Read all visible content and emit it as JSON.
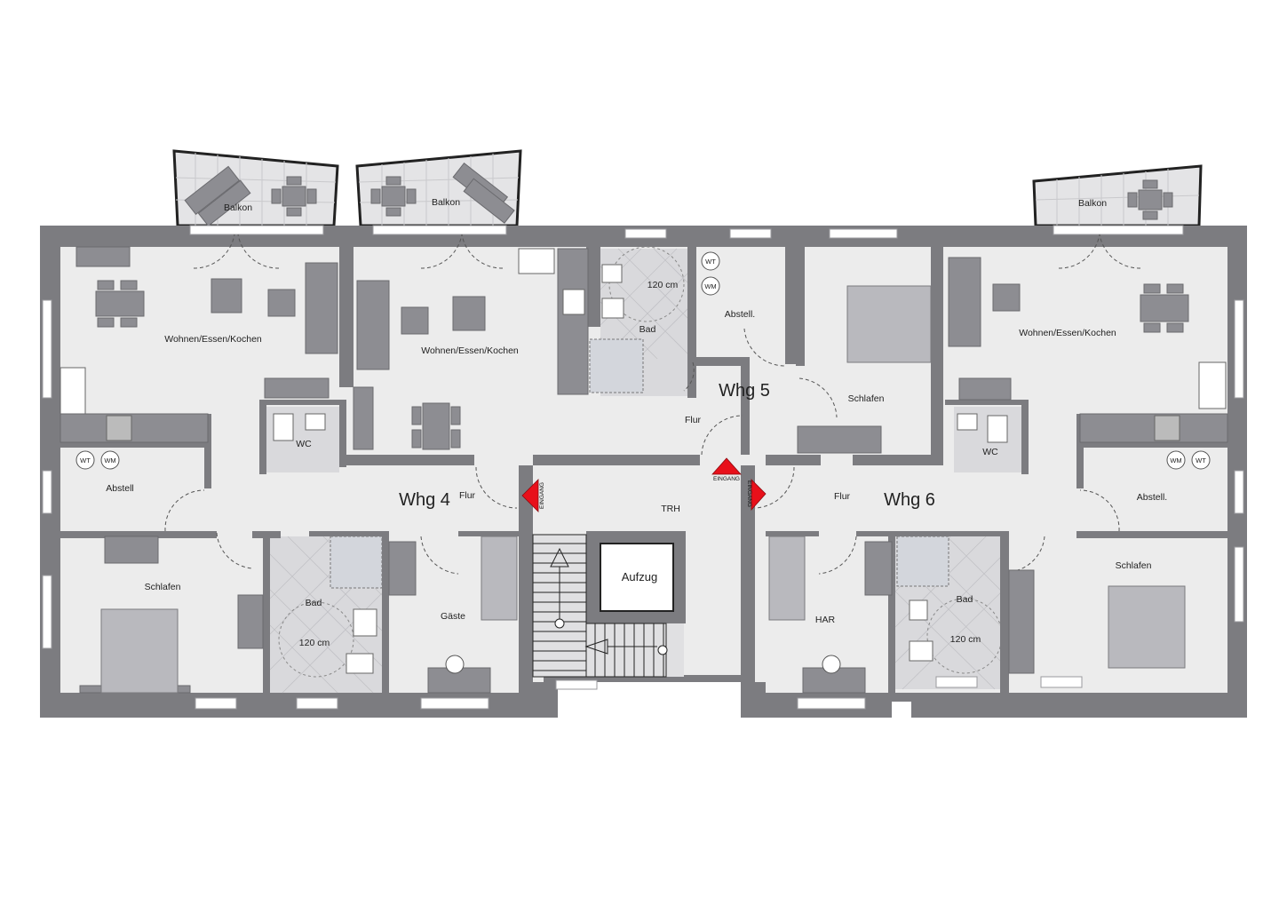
{
  "units": {
    "whg4": "Whg 4",
    "whg5": "Whg 5",
    "whg6": "Whg 6"
  },
  "rooms": {
    "balkon_1": "Balkon",
    "balkon_2": "Balkon",
    "balkon_3": "Balkon",
    "wohnen_4": "Wohnen/Essen/Kochen",
    "wohnen_5": "Wohnen/Essen/Kochen",
    "wohnen_6": "Wohnen/Essen/Kochen",
    "abstell_4": "Abstell",
    "abstell_5": "Abstell.",
    "abstell_6": "Abstell.",
    "wc_4": "WC",
    "wc_6": "WC",
    "schlafen_4": "Schlafen",
    "schlafen_5": "Schlafen",
    "schlafen_6": "Schlafen",
    "bad_4": "Bad",
    "bad_5": "Bad",
    "bad_6": "Bad",
    "shower_4": "120 cm",
    "shower_5": "120 cm",
    "shower_6": "120 cm",
    "gaeste": "Gäste",
    "har": "HAR",
    "flur_4": "Flur",
    "flur_5": "Flur",
    "flur_6": "Flur",
    "trh": "TRH",
    "aufzug": "Aufzug"
  },
  "appliances": {
    "wt": "WT",
    "wm": "WM"
  },
  "entrances": {
    "label": "EINGANG"
  },
  "colors": {
    "wall": "#7c7c80",
    "floor": "#ececec",
    "furniture": "#8d8d92",
    "entrance_arrow": "#e8101a"
  }
}
